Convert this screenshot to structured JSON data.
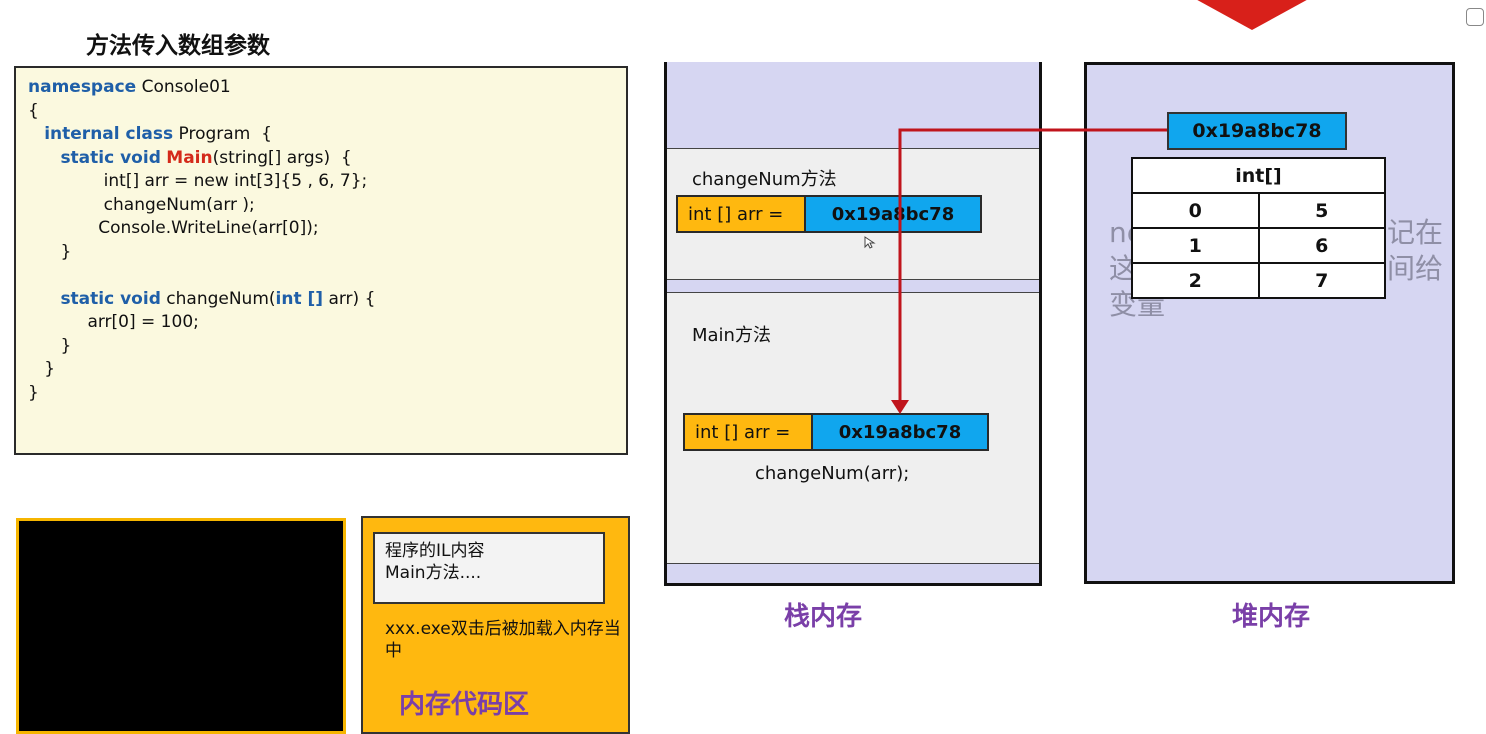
{
  "title": "方法传入数组参数",
  "code": {
    "line1_kw": "namespace",
    "line1_rest": " Console01",
    "line2": "{",
    "line3_kw": "internal class",
    "line3_rest": " Program  {",
    "line4_kw": "static void",
    "line4_fn": "Main",
    "line4_rest": "(string[] args)  {",
    "line5": "int[] arr = new int[3]{5 , 6, 7};",
    "line6": "changeNum(arr );",
    "line7": "Console.WriteLine(arr[0]);",
    "line8": "}",
    "line10_kw": "static void",
    "line10_mid": " changeNum(",
    "line10_kw2": "int []",
    "line10_rest": " arr) {",
    "line11": "arr[0] = 100;",
    "line12": "}",
    "line13": "}",
    "line14": "}"
  },
  "code_area": {
    "il_line1": "程序的IL内容",
    "il_line2": "Main方法....",
    "desc": "xxx.exe双击后被加载入内存当中",
    "label": "内存代码区"
  },
  "stack": {
    "caption": "栈内存",
    "frame1_name": "changeNum方法",
    "frame1_var_label": "int [] arr =",
    "frame1_var_ref": "0x19a8bc78",
    "frame2_name": "Main方法",
    "frame2_var_label": "int [] arr =",
    "frame2_var_ref": "0x19a8bc78",
    "frame2_call": "changeNum(arr);"
  },
  "heap": {
    "caption": "堆内存",
    "address": "0x19a8bc78",
    "array_header": "int[]",
    "rows": [
      {
        "index": "0",
        "value": "5"
      },
      {
        "index": "1",
        "value": "6"
      },
      {
        "index": "2",
        "value": "7"
      }
    ],
    "faint_left_1": "ne",
    "faint_left_2": "这",
    "faint_left_3": "变量",
    "faint_right_1": "记在",
    "faint_right_2": "间给"
  },
  "colors": {
    "stack_bg": "#d6d6f2",
    "frame_bg": "#efefef",
    "ref_blue": "#10a6ee",
    "label_orange": "#ffb80f",
    "arrow_red": "#c0141c",
    "caption_purple": "#7a3fa8",
    "code_bg": "#fbf9df"
  },
  "icons": [
    "logo-triangle-icon",
    "copy-icon",
    "cursor-icon"
  ]
}
